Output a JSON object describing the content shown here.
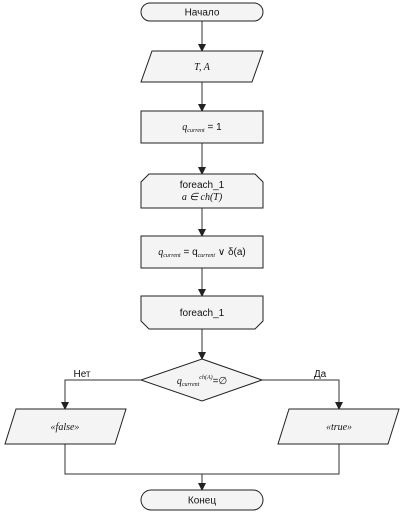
{
  "start_label": "Начало",
  "input_label": "T, A",
  "assign1": {
    "var": "q",
    "sub": "current",
    "rest": " = 1"
  },
  "loop_start": {
    "line1": "foreach_1",
    "line2": "a ∈ ch(T)"
  },
  "assign2": {
    "text": "q",
    "sub": "current",
    "mid": " = q",
    "sub2": "current",
    "tail": " ∨ δ(a)"
  },
  "loop_end": {
    "label": "foreach_1"
  },
  "decision": {
    "var": "q",
    "sub": "current",
    "sup": "ch(A)",
    "rest": "=∅"
  },
  "branch_no": "Нет",
  "branch_yes": "Да",
  "out_false": "«false»",
  "out_true": "«true»",
  "end_label": "Конец"
}
